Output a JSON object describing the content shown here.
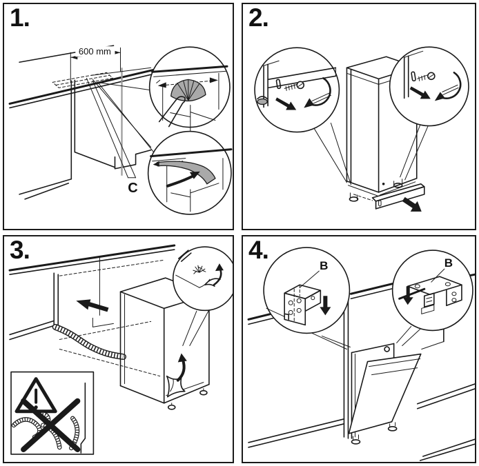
{
  "page": {
    "colors": {
      "background": "#ffffff",
      "line": "#1a1a1a",
      "gray_fill": "#a9a9a9",
      "panel_border": "#1a1a1a"
    }
  },
  "panels": {
    "step1": {
      "number": "1.",
      "dimension": "600 mm",
      "seal_label": "C",
      "icons": [
        "press-seal-hand-icon",
        "double-arrow-icon",
        "sealing-strip-icon"
      ]
    },
    "step2": {
      "number": "2.",
      "icons": [
        "screw-icon",
        "rotation-arrow-icon",
        "fasten-arrow-icon",
        "plinth-removal-arrow-icon",
        "adjustable-foot-icon"
      ]
    },
    "step3": {
      "number": "3.",
      "icons": [
        "push-in-arrow-icon",
        "drain-hose-icon",
        "peel-film-hand-icon",
        "warning-triangle-icon",
        "no-kink-cross-icon"
      ]
    },
    "step4": {
      "number": "4.",
      "bracket_label_left": "B",
      "bracket_label_right": "B",
      "icons": [
        "mounting-bracket-icon",
        "down-arrow-icon"
      ]
    }
  }
}
